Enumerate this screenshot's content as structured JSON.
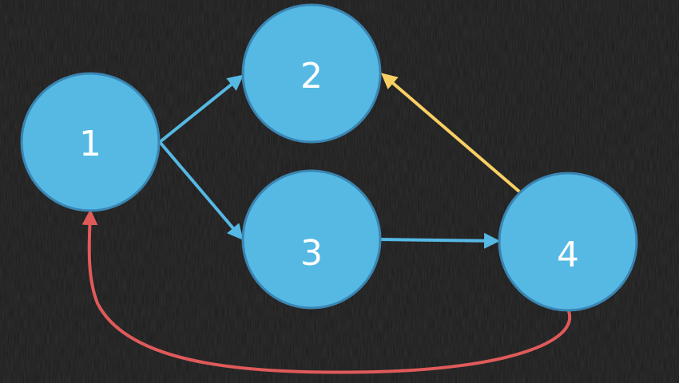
{
  "colors": {
    "background": "#1b1b1b",
    "node_fill": "#55b9e4",
    "node_stroke": "#3a85b2",
    "edge_blue": "#55b9e4",
    "edge_yellow": "#f7cf63",
    "edge_red": "#e05a5a",
    "label": "#ffffff"
  },
  "nodes": [
    {
      "id": "1",
      "label": "1"
    },
    {
      "id": "2",
      "label": "2"
    },
    {
      "id": "3",
      "label": "3"
    },
    {
      "id": "4",
      "label": "4"
    }
  ],
  "edges": [
    {
      "from": "1",
      "to": "2",
      "color": "blue"
    },
    {
      "from": "1",
      "to": "3",
      "color": "blue"
    },
    {
      "from": "3",
      "to": "4",
      "color": "blue"
    },
    {
      "from": "4",
      "to": "2",
      "color": "yellow"
    },
    {
      "from": "4",
      "to": "1",
      "color": "red"
    }
  ]
}
